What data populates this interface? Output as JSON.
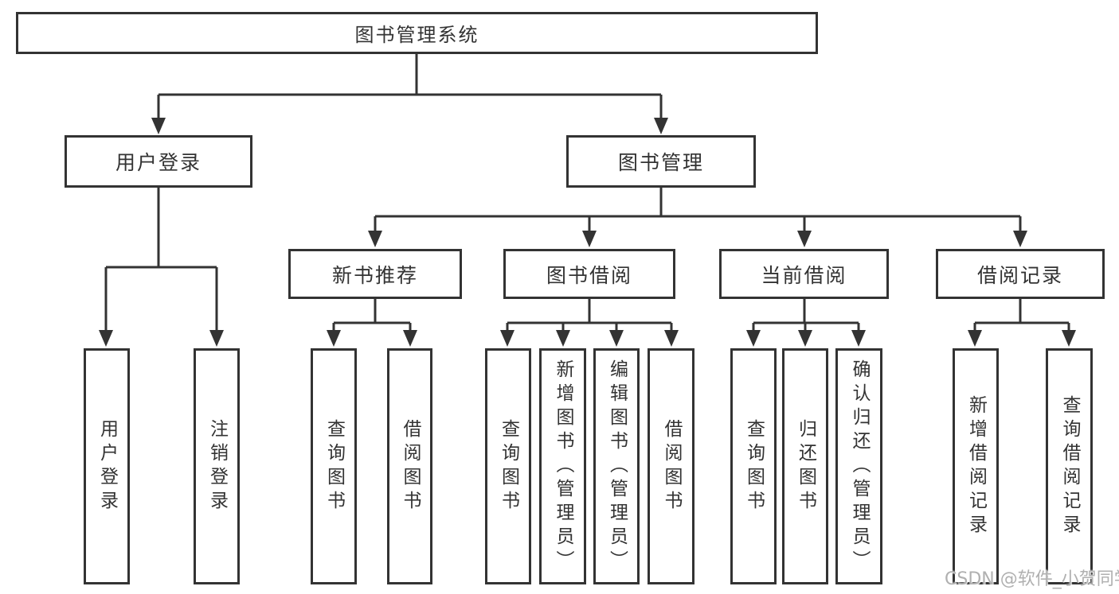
{
  "colors": {
    "line": "#333333",
    "text": "#333333",
    "box_background": "#ffffff",
    "watermark": "#b0b0b0"
  },
  "watermark": {
    "text": "CSDN @软件_小贺同学"
  },
  "tree": {
    "label": "图书管理系统",
    "children": [
      {
        "label": "用户登录",
        "children": [
          {
            "label": "用户登录"
          },
          {
            "label": "注销登录"
          }
        ]
      },
      {
        "label": "图书管理",
        "children": [
          {
            "label": "新书推荐",
            "children": [
              {
                "label": "查询图书"
              },
              {
                "label": "借阅图书"
              }
            ]
          },
          {
            "label": "图书借阅",
            "children": [
              {
                "label": "查询图书"
              },
              {
                "label": "新增图书（管理员）"
              },
              {
                "label": "编辑图书（管理员）"
              },
              {
                "label": "借阅图书"
              }
            ]
          },
          {
            "label": "当前借阅",
            "children": [
              {
                "label": "查询图书"
              },
              {
                "label": "归还图书"
              },
              {
                "label": "确认归还（管理员）"
              }
            ]
          },
          {
            "label": "借阅记录",
            "children": [
              {
                "label": "新增借阅记录"
              },
              {
                "label": "查询借阅记录"
              }
            ]
          }
        ]
      }
    ]
  }
}
